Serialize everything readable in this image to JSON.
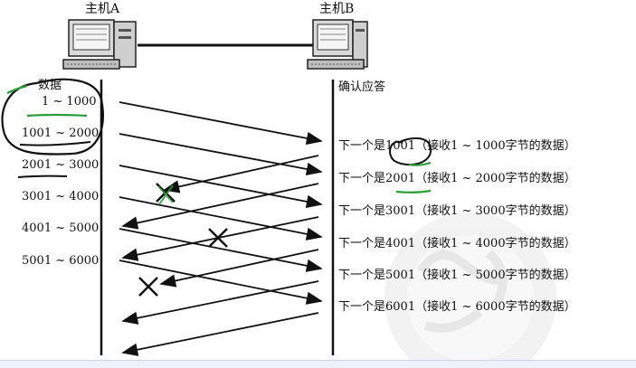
{
  "hosts": {
    "a_label": "主机A",
    "b_label": "主机B"
  },
  "left_column": {
    "header": "数据",
    "segments": [
      "1 ~ 1000",
      "1001 ~ 2000",
      "2001 ~ 3000",
      "3001 ~ 4000",
      "4001 ~ 5000",
      "5001 ~ 6000"
    ]
  },
  "right_column": {
    "header": "确认应答",
    "acks": [
      "下一个是1001（接收1 ~ 1000字节的数据）",
      "下一个是2001（接收1 ~ 2000字节的数据）",
      "下一个是3001（接收1 ~ 3000字节的数据）",
      "下一个是4001（接收1 ~ 4000字节的数据）",
      "下一个是5001（接收1 ~ 5000字节的数据）",
      "下一个是6001（接收1 ~ 6000字节的数据）"
    ]
  },
  "colors": {
    "ink": "#111111",
    "annotation_green": "#2a9d3a",
    "watermark": "#e6e6e6"
  },
  "icons": [
    "computer-icon",
    "cross-mark-icon"
  ]
}
